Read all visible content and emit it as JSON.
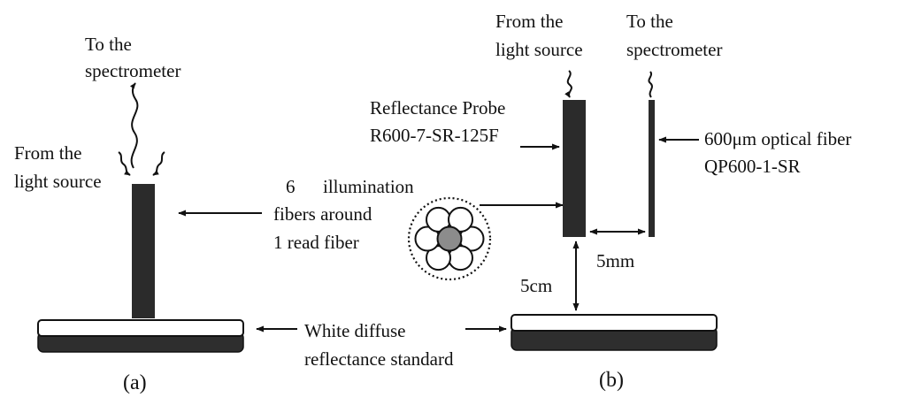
{
  "colors": {
    "ink": "#111111",
    "bar": "#2b2b2b",
    "disk_top": "#ffffff",
    "disk_bottom": "#2e2e2e",
    "read_fiber": "#8c8c8c",
    "background": "#ffffff"
  },
  "panel_a": {
    "to_spectrometer": [
      "To the",
      "spectrometer"
    ],
    "from_light_source": [
      "From the",
      "light source"
    ],
    "caption": "(a)"
  },
  "center": {
    "fiber_bundle_label": [
      "6      illumination",
      "fibers around",
      "1 read fiber"
    ],
    "standard_label": [
      "White diffuse",
      "reflectance standard"
    ],
    "bundle": {
      "illumination_fibers": 6,
      "read_fibers": 1
    }
  },
  "panel_b": {
    "from_light_source": [
      "From the",
      "light source"
    ],
    "to_spectrometer": [
      "To the",
      "spectrometer"
    ],
    "probe_label": [
      "Reflectance Probe",
      "R600-7-SR-125F"
    ],
    "fiber_label": [
      "600μm optical fiber",
      "QP600-1-SR"
    ],
    "gap_horizontal": "5mm",
    "gap_vertical": "5cm",
    "caption": "(b)"
  }
}
